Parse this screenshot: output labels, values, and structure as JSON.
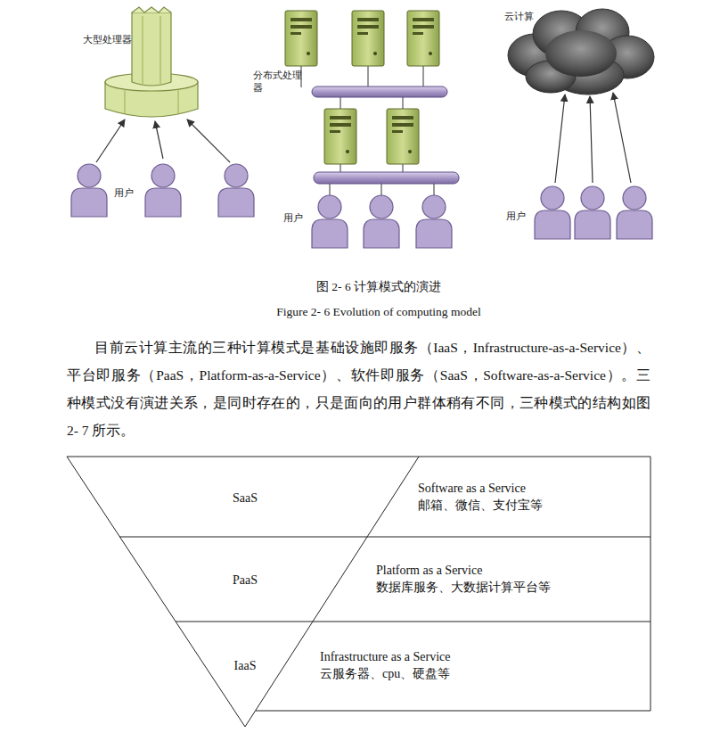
{
  "diagram": {
    "caption": "图 2- 6 计算模式的演进",
    "nodes": [
      {
        "text": [
          "SaaS"
        ]
      },
      {
        "text": [
          "PaaS"
        ]
      },
      {
        "text": [
          "IaaS"
        ]
      },
      {
        "text": [
          "Software as a Service",
          "邮箱、微信、支付宝等"
        ]
      },
      {
        "text": [
          "Platform as a Service",
          "数据库服务、大数据计算平台等"
        ]
      },
      {
        "text": [
          "Infrastructure as a Service",
          "云服务器、cpu、硬盘等"
        ]
      }
    ],
    "labels": [
      "大型处理器",
      "用户",
      "分布式处理器",
      "用户",
      "云计算",
      "用户",
      "Figure 2- 6 Evolution of computing model",
      "目前云计算主流的三种计算模式是基础设施即服务（IaaS，Infrastructure-as-a-Service）、平台即服务（PaaS，Platform-as-a-Service）、软件即服务（SaaS，Software-as-a-Service）。三种模式没有演进关系，是同时存在的，只是面向的用户群体稍有不同，三种模式的结构如图 2- 7 所示。"
    ]
  }
}
